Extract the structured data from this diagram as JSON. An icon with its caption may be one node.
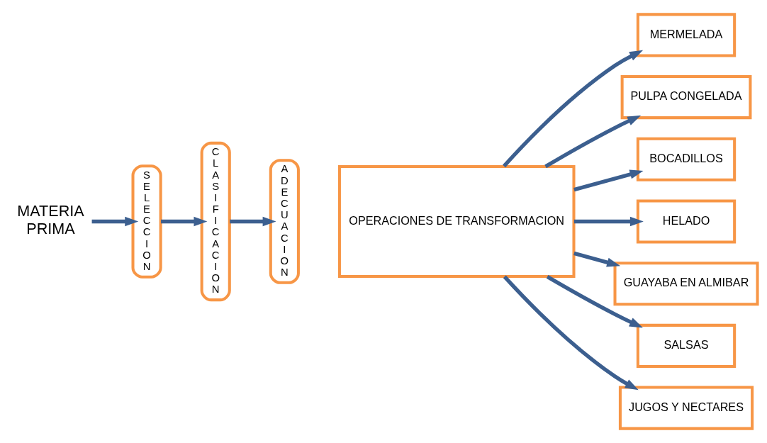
{
  "diagram": {
    "nodes": [
      {
        "text": [
          "MATERIA PRIMA"
        ]
      },
      {
        "text": [
          "SELECCION"
        ]
      },
      {
        "text": [
          "CLASIFICACION"
        ]
      },
      {
        "text": [
          "ADECUACION"
        ]
      },
      {
        "text": [
          "OPERACIONES DE TRANSFORMACION"
        ]
      },
      {
        "text": [
          "MERMELADA"
        ]
      },
      {
        "text": [
          "PULPA CONGELADA"
        ]
      },
      {
        "text": [
          "BOCADILLOS"
        ]
      },
      {
        "text": [
          "HELADO"
        ]
      },
      {
        "text": [
          "GUAYABA EN ALMIBAR"
        ]
      },
      {
        "text": [
          "SALSAS"
        ]
      },
      {
        "text": [
          "JUGOS Y NECTARES"
        ]
      }
    ],
    "edges": [
      {
        "from": 0,
        "to": 1,
        "arrow": "to"
      },
      {
        "from": 1,
        "to": 2,
        "arrow": "to"
      },
      {
        "from": 2,
        "to": 3,
        "arrow": "to"
      },
      {
        "from": 4,
        "to": 5,
        "arrow": "to"
      },
      {
        "from": 4,
        "to": 6,
        "arrow": "to"
      },
      {
        "from": 4,
        "to": 7,
        "arrow": "to"
      },
      {
        "from": 4,
        "to": 8,
        "arrow": "to"
      },
      {
        "from": 4,
        "to": 9,
        "arrow": "to"
      },
      {
        "from": 4,
        "to": 10,
        "arrow": "to"
      },
      {
        "from": 4,
        "to": 11,
        "arrow": "to"
      }
    ]
  }
}
